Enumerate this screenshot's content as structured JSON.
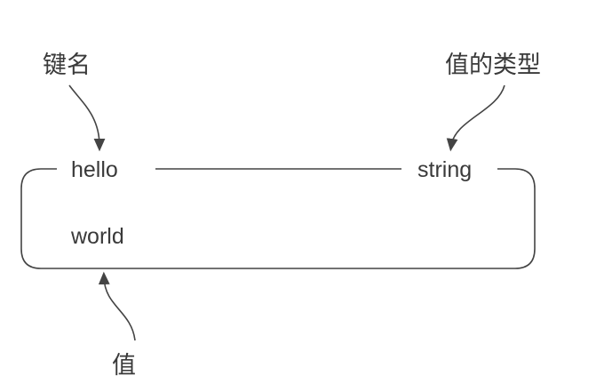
{
  "labels": {
    "key_name": "键名",
    "value_type": "值的类型",
    "value": "值"
  },
  "entry": {
    "key": "hello",
    "type": "string",
    "value": "world"
  }
}
